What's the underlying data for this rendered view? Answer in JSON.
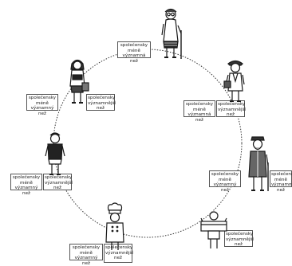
{
  "labels": {
    "less_important": "společensky\nméně významný\nnež",
    "more_important": "společensky\nvýznamnější\nnež",
    "less_important_a": "společensky\nméně významná\nnež"
  },
  "people": [
    "grandmother-with-cane",
    "woman-with-handbag",
    "old-man-with-cane",
    "man-carrying-box",
    "chef",
    "boy",
    "schoolgirl-with-bag"
  ],
  "colors": {
    "line": "#333333",
    "ink": "#1a1a1a",
    "box_border": "#555555"
  }
}
